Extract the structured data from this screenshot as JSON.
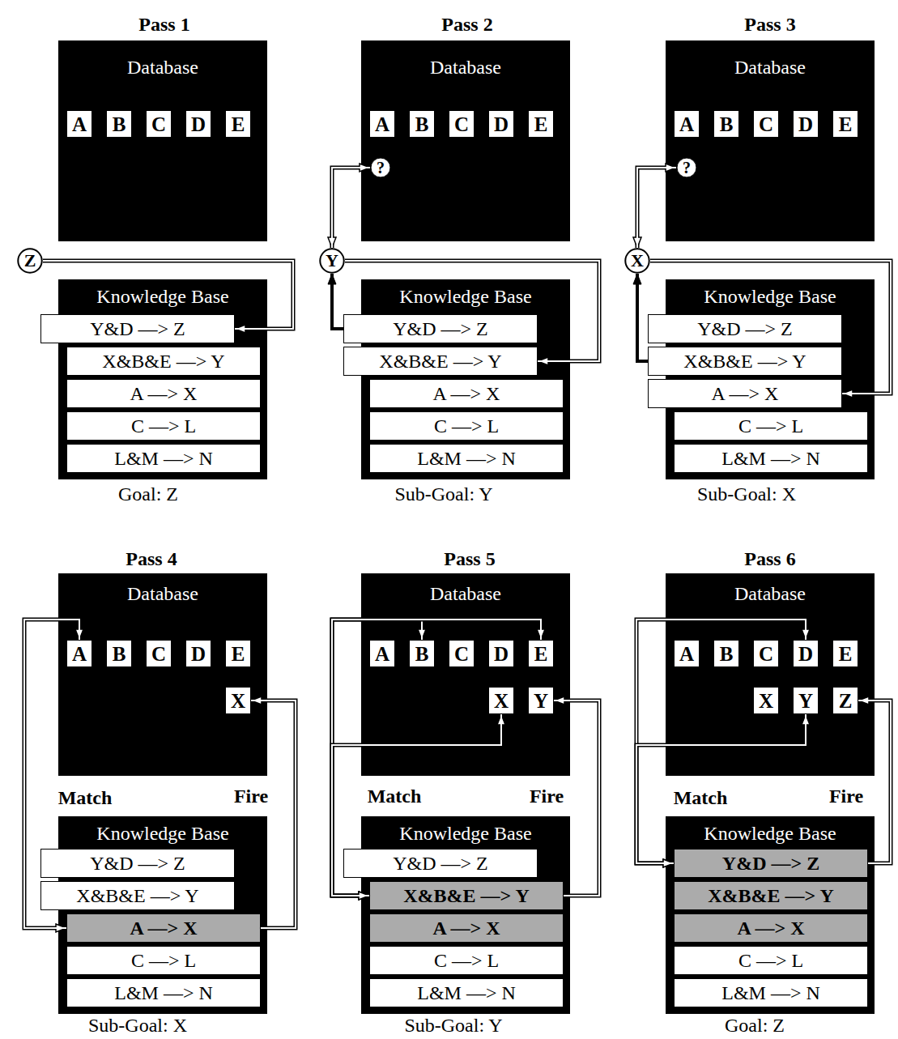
{
  "diagram": {
    "nodes": [
      {
        "text": [
          "Database"
        ]
      },
      {
        "text": [
          "A"
        ],
        "in": 0
      },
      {
        "text": [
          "B"
        ],
        "in": 0
      },
      {
        "text": [
          "C"
        ],
        "in": 0
      },
      {
        "text": [
          "D"
        ],
        "in": 0
      },
      {
        "text": [
          "E"
        ],
        "in": 0
      },
      {
        "text": [
          "Z"
        ]
      },
      {
        "text": [
          "Knowledge Base"
        ]
      },
      {
        "text": [
          "Y&D —> Z"
        ],
        "in": 7
      },
      {
        "text": [
          "X&B&E —> Y"
        ],
        "in": 7
      },
      {
        "text": [
          "A —> X"
        ],
        "in": 7
      },
      {
        "text": [
          "C —> L"
        ],
        "in": 7
      },
      {
        "text": [
          "L&M —> N"
        ],
        "in": 7
      },
      {
        "text": [
          "Database"
        ]
      },
      {
        "text": [
          "A"
        ],
        "in": 13
      },
      {
        "text": [
          "B"
        ],
        "in": 13
      },
      {
        "text": [
          "C"
        ],
        "in": 13
      },
      {
        "text": [
          "D"
        ],
        "in": 13
      },
      {
        "text": [
          "E"
        ],
        "in": 13
      },
      {
        "text": [
          "?"
        ],
        "in": 13
      },
      {
        "text": [
          "Y"
        ]
      },
      {
        "text": [
          "Knowledge Base"
        ]
      },
      {
        "text": [
          "Y&D —> Z"
        ],
        "in": 21
      },
      {
        "text": [
          "X&B&E —> Y"
        ],
        "in": 21
      },
      {
        "text": [
          "A —> X"
        ],
        "in": 21
      },
      {
        "text": [
          "C —> L"
        ],
        "in": 21
      },
      {
        "text": [
          "L&M —> N"
        ],
        "in": 21
      },
      {
        "text": [
          "Database"
        ]
      },
      {
        "text": [
          "A"
        ],
        "in": 27
      },
      {
        "text": [
          "B"
        ],
        "in": 27
      },
      {
        "text": [
          "C"
        ],
        "in": 27
      },
      {
        "text": [
          "D"
        ],
        "in": 27
      },
      {
        "text": [
          "E"
        ],
        "in": 27
      },
      {
        "text": [
          "?"
        ],
        "in": 27
      },
      {
        "text": [
          "X"
        ]
      },
      {
        "text": [
          "Knowledge Base"
        ]
      },
      {
        "text": [
          "Y&D —> Z"
        ],
        "in": 35
      },
      {
        "text": [
          "X&B&E —> Y"
        ],
        "in": 35
      },
      {
        "text": [
          "A —> X"
        ],
        "in": 35
      },
      {
        "text": [
          "C —> L"
        ],
        "in": 35
      },
      {
        "text": [
          "L&M —> N"
        ],
        "in": 35
      },
      {
        "text": [
          "Database"
        ]
      },
      {
        "text": [
          "A"
        ],
        "in": 41
      },
      {
        "text": [
          "B"
        ],
        "in": 41
      },
      {
        "text": [
          "C"
        ],
        "in": 41
      },
      {
        "text": [
          "D"
        ],
        "in": 41
      },
      {
        "text": [
          "E"
        ],
        "in": 41
      },
      {
        "text": [
          "X"
        ],
        "in": 41
      },
      {
        "text": [
          "Knowledge Base"
        ]
      },
      {
        "text": [
          "Y&D —> Z"
        ],
        "in": 48
      },
      {
        "text": [
          "X&B&E —> Y"
        ],
        "in": 48
      },
      {
        "text": [
          "A —> X"
        ],
        "in": 48
      },
      {
        "text": [
          "C —> L"
        ],
        "in": 48
      },
      {
        "text": [
          "L&M —> N"
        ],
        "in": 48
      },
      {
        "text": [
          "Database"
        ]
      },
      {
        "text": [
          "A"
        ],
        "in": 54
      },
      {
        "text": [
          "B"
        ],
        "in": 54
      },
      {
        "text": [
          "C"
        ],
        "in": 54
      },
      {
        "text": [
          "D"
        ],
        "in": 54
      },
      {
        "text": [
          "E"
        ],
        "in": 54
      },
      {
        "text": [
          "X"
        ],
        "in": 54
      },
      {
        "text": [
          "Y"
        ],
        "in": 54
      },
      {
        "text": [
          "Knowledge Base"
        ]
      },
      {
        "text": [
          "Y&D —> Z"
        ],
        "in": 62
      },
      {
        "text": [
          "X&B&E —> Y"
        ],
        "in": 62
      },
      {
        "text": [
          "A —> X"
        ],
        "in": 62
      },
      {
        "text": [
          "C —> L"
        ],
        "in": 62
      },
      {
        "text": [
          "L&M —> N"
        ],
        "in": 62
      },
      {
        "text": [
          "Database"
        ]
      },
      {
        "text": [
          "A"
        ],
        "in": 68
      },
      {
        "text": [
          "B"
        ],
        "in": 68
      },
      {
        "text": [
          "C"
        ],
        "in": 68
      },
      {
        "text": [
          "D"
        ],
        "in": 68
      },
      {
        "text": [
          "E"
        ],
        "in": 68
      },
      {
        "text": [
          "X"
        ],
        "in": 68
      },
      {
        "text": [
          "Y"
        ],
        "in": 68
      },
      {
        "text": [
          "Z"
        ],
        "in": 68
      },
      {
        "text": [
          "Knowledge Base"
        ]
      },
      {
        "text": [
          "Y&D —> Z"
        ],
        "in": 77
      },
      {
        "text": [
          "X&B&E —> Y"
        ],
        "in": 77
      },
      {
        "text": [
          "A —> X"
        ],
        "in": 77
      },
      {
        "text": [
          "C —> L"
        ],
        "in": 77
      },
      {
        "text": [
          "L&M —> N"
        ],
        "in": 77
      }
    ],
    "edges": [
      {
        "from": 6,
        "to": 8,
        "arrow": "to"
      },
      {
        "from": 19,
        "to": 20,
        "arrow": "both"
      },
      {
        "from": 22,
        "to": 20,
        "arrow": "to"
      },
      {
        "from": 20,
        "to": 23,
        "arrow": "to"
      },
      {
        "from": 33,
        "to": 34,
        "arrow": "both"
      },
      {
        "from": 37,
        "to": 34,
        "arrow": "to"
      },
      {
        "from": 34,
        "to": 38,
        "arrow": "to"
      },
      {
        "from": 51,
        "to": 42,
        "arrow": "both"
      },
      {
        "from": 51,
        "to": 47,
        "arrow": "to"
      },
      {
        "from": 64,
        "to": 56,
        "arrow": "both"
      },
      {
        "from": 64,
        "to": 59,
        "arrow": "both"
      },
      {
        "from": 64,
        "to": 60,
        "arrow": "both"
      },
      {
        "from": 64,
        "to": 61,
        "arrow": "to"
      },
      {
        "from": 78,
        "to": 72,
        "arrow": "both"
      },
      {
        "from": 78,
        "to": 75,
        "arrow": "both"
      },
      {
        "from": 78,
        "to": 76,
        "arrow": "to"
      }
    ],
    "labels": [
      "Pass 1",
      "Pass 2",
      "Pass 3",
      "Goal: Z",
      "Sub-Goal: Y",
      "Sub-Goal: X",
      "Pass 4",
      "Pass 5",
      "Pass 6",
      "Match",
      "Fire",
      "Match",
      "Fire",
      "Match",
      "Fire",
      "Sub-Goal: X",
      "Sub-Goal: Y",
      "Goal: Z"
    ]
  }
}
